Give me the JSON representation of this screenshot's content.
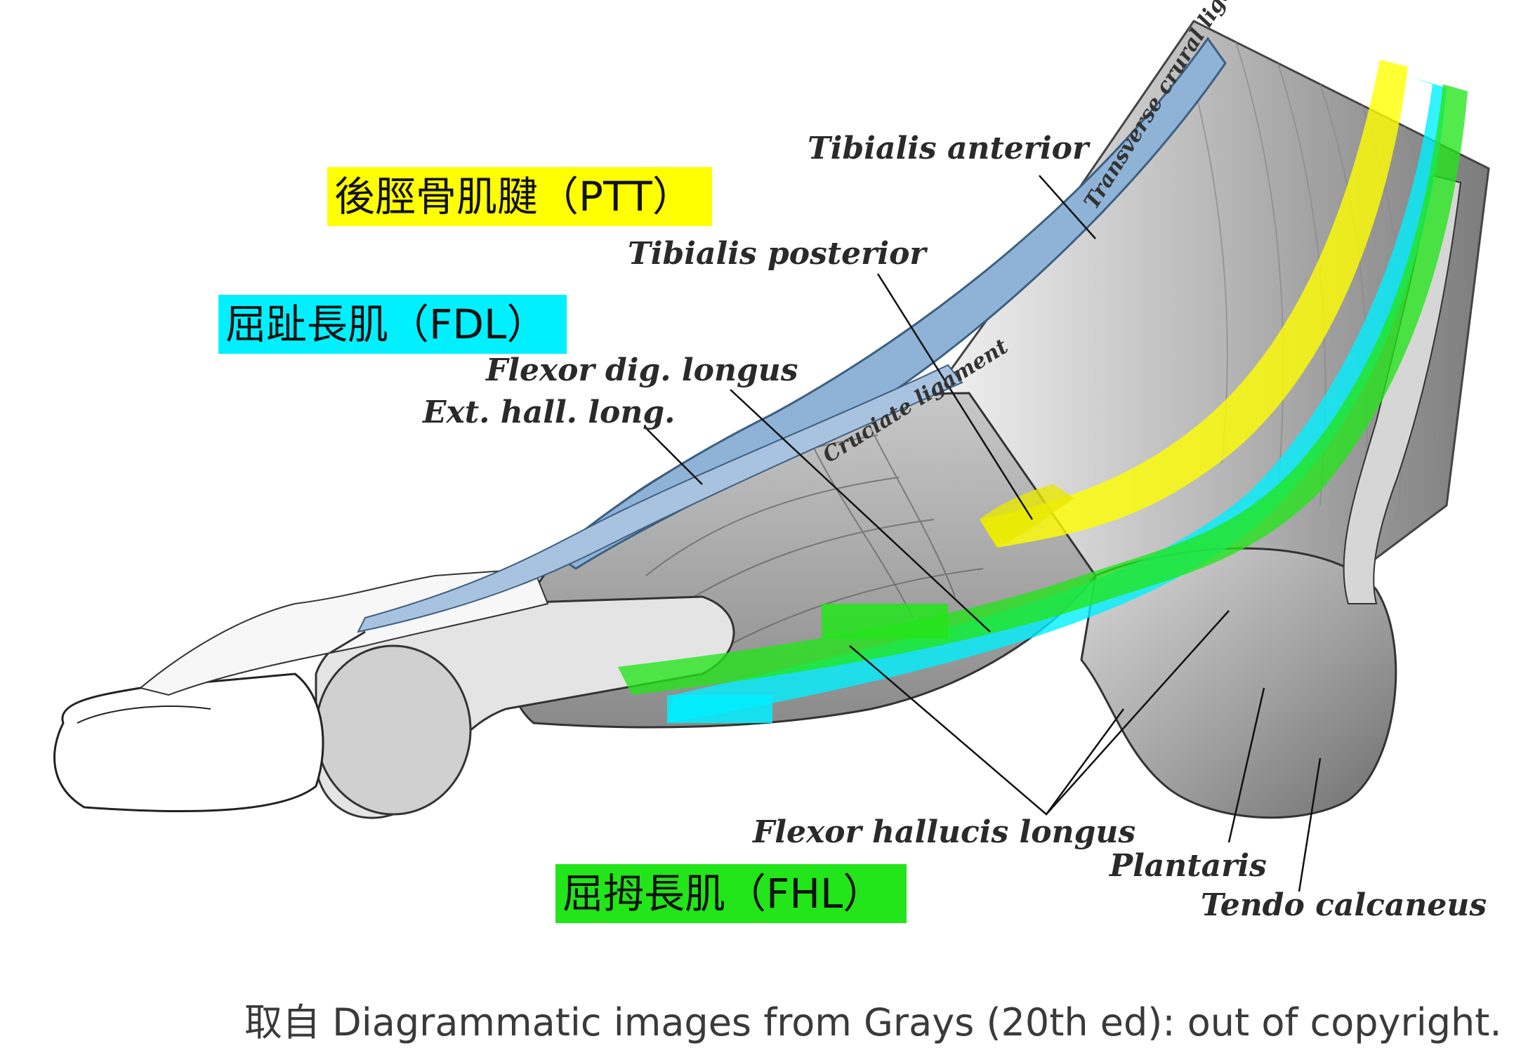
{
  "colors": {
    "ptt": "#ffff00",
    "fdl": "#00f0ff",
    "fhl": "#22e51a",
    "bone_light": "#e6e6e6",
    "bone_shade": "#9a9a9a",
    "ligament_blue": "#8fb3d6",
    "ink": "#2a2a2a"
  },
  "labels": {
    "ptt": "後脛骨肌腱（PTT）",
    "fdl": "屈趾長肌（FDL）",
    "fhl": "屈拇長肌（FHL）"
  },
  "anatomy": {
    "tibialis_anterior": "Tibialis anterior",
    "tibialis_posterior": "Tibialis posterior",
    "flexor_dig_longus": "Flexor dig. longus",
    "ext_hall_long": "Ext. hall. long.",
    "flexor_hallucis_longus": "Flexor hallucis longus",
    "plantaris": "Plantaris",
    "tendo_calcaneus": "Tendo calcaneus",
    "transverse_crural_ligament": "Transverse crural ligament",
    "cruciate_ligament": "Cruciate ligament"
  },
  "caption": "取自 Diagrammatic images from Grays (20th ed): out of copyright."
}
